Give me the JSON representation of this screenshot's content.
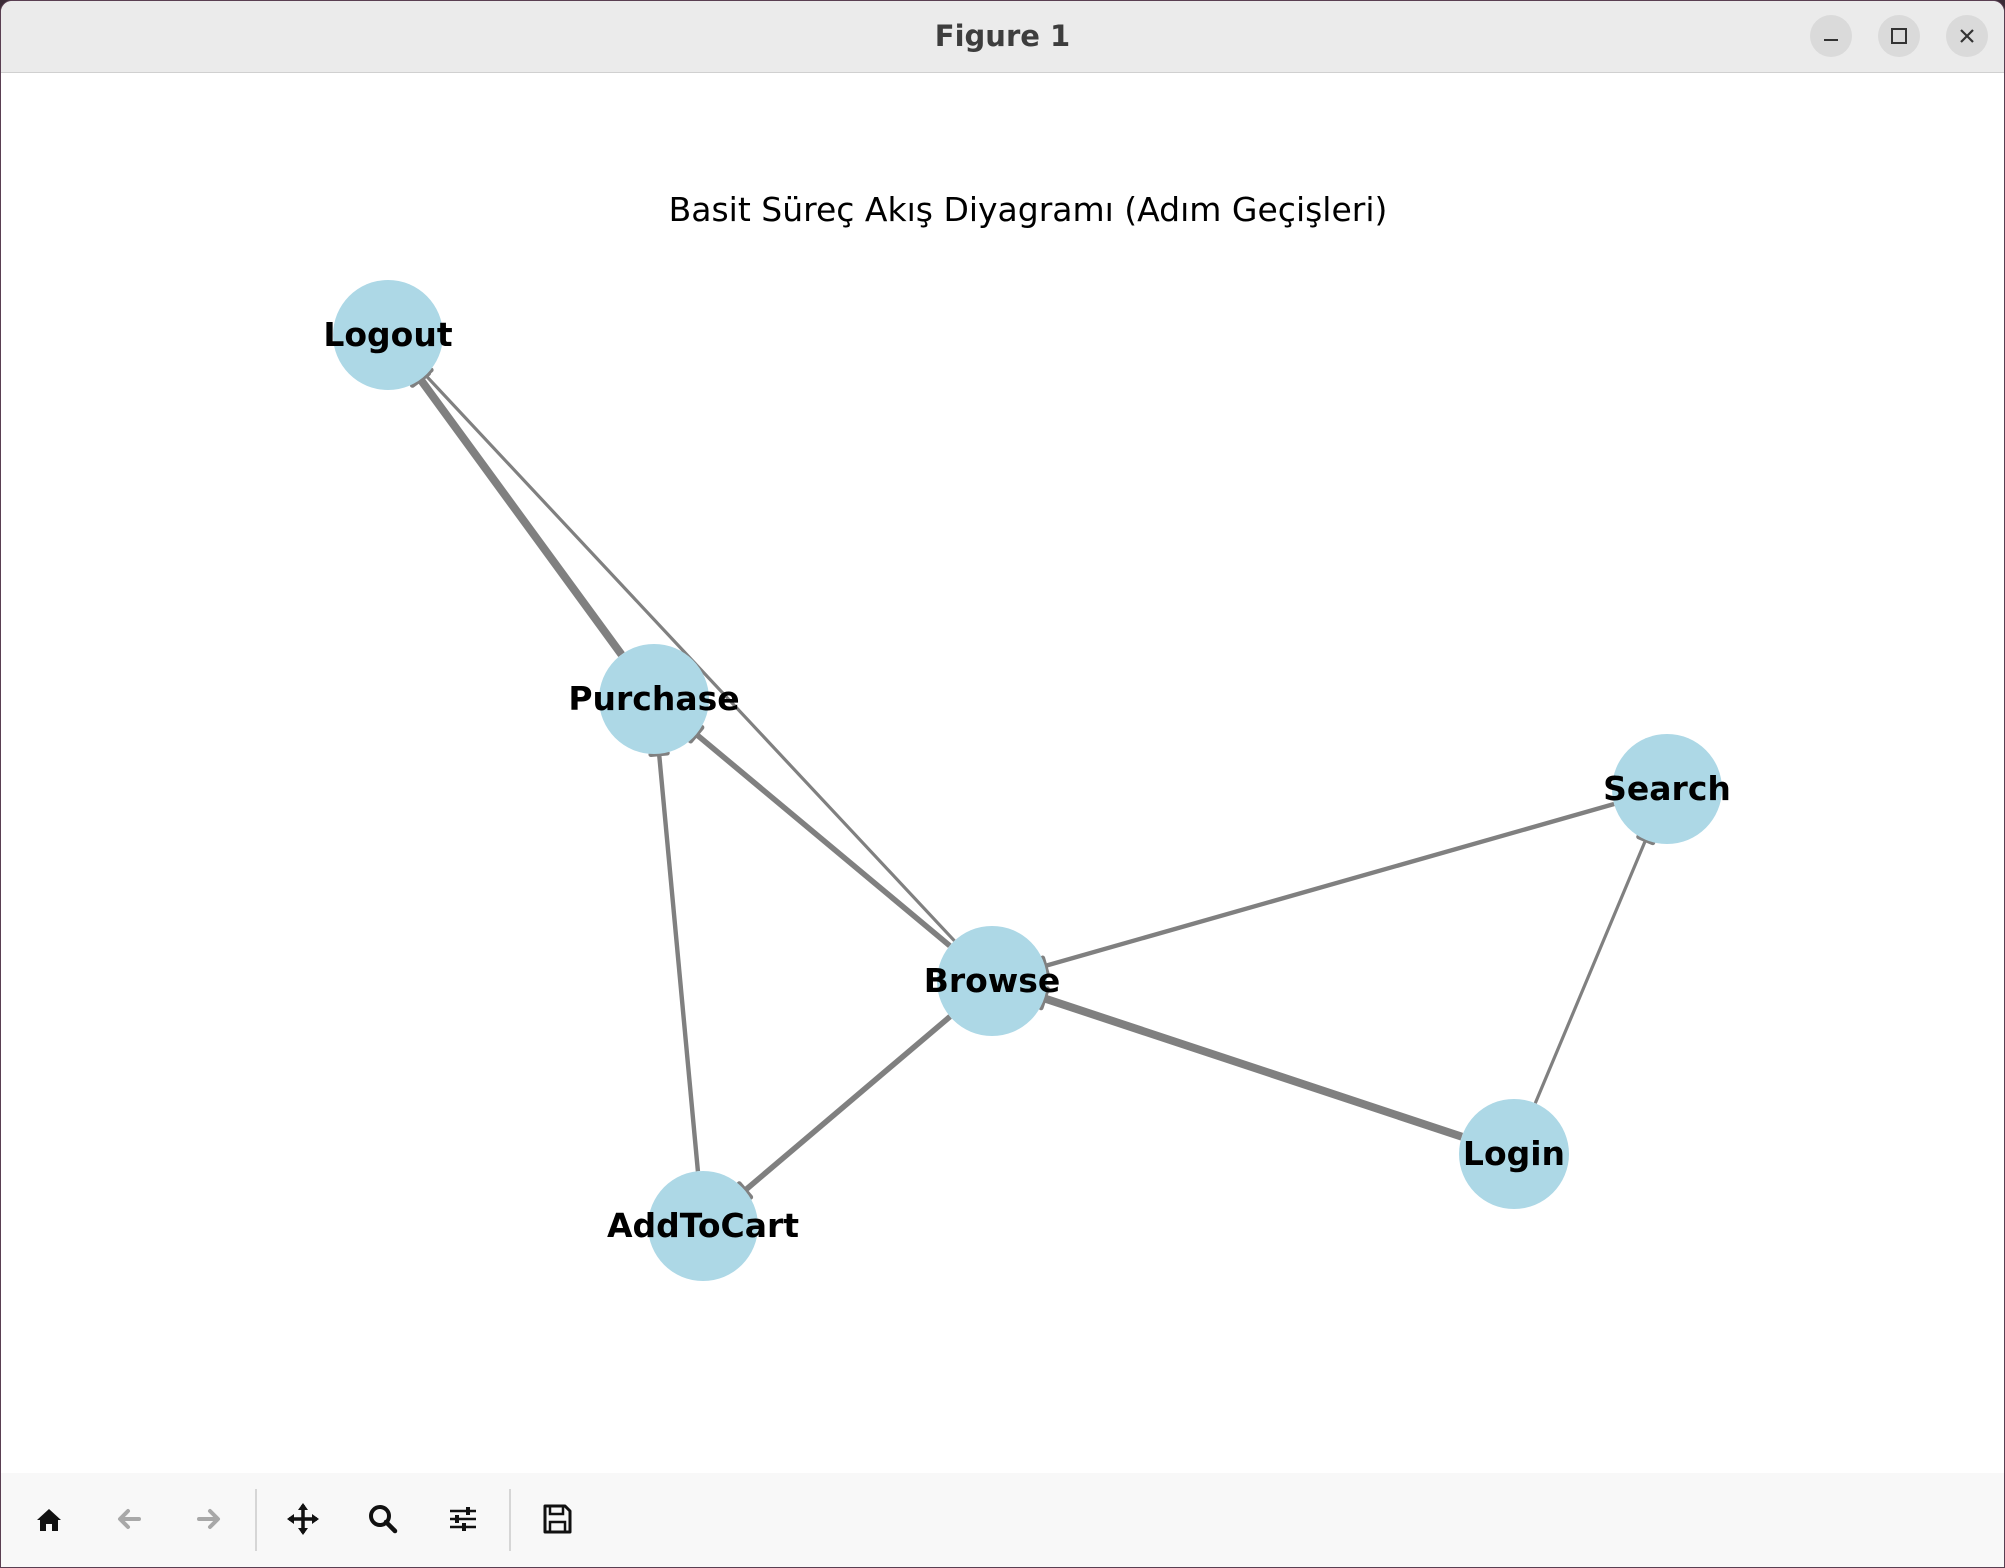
{
  "window": {
    "title": "Figure 1",
    "buttons": {
      "minimize": "minimize-icon",
      "maximize": "maximize-icon",
      "close": "close-icon"
    }
  },
  "figure": {
    "title": "Basit Süreç Akış Diyagramı (Adım Geçişleri)"
  },
  "colors": {
    "node_fill": "#add8e6",
    "edge": "#808080",
    "label": "#000000"
  },
  "graph": {
    "nodes": [
      {
        "id": "Logout",
        "label": "Logout"
      },
      {
        "id": "Purchase",
        "label": "Purchase"
      },
      {
        "id": "Search",
        "label": "Search"
      },
      {
        "id": "Browse",
        "label": "Browse"
      },
      {
        "id": "Login",
        "label": "Login"
      },
      {
        "id": "AddToCart",
        "label": "AddToCart"
      }
    ],
    "edges": [
      {
        "source": "Purchase",
        "target": "Logout",
        "weight": 5
      },
      {
        "source": "Browse",
        "target": "Logout",
        "weight": 1
      },
      {
        "source": "Browse",
        "target": "Purchase",
        "weight": 3
      },
      {
        "source": "AddToCart",
        "target": "Purchase",
        "weight": 2
      },
      {
        "source": "Browse",
        "target": "AddToCart",
        "weight": 3
      },
      {
        "source": "Login",
        "target": "Browse",
        "weight": 5
      },
      {
        "source": "Search",
        "target": "Browse",
        "weight": 2
      },
      {
        "source": "Login",
        "target": "Search",
        "weight": 1
      }
    ]
  },
  "toolbar": {
    "items": [
      "home-icon",
      "back-icon",
      "forward-icon",
      "pan-icon",
      "zoom-icon",
      "configure-icon",
      "save-icon"
    ]
  }
}
